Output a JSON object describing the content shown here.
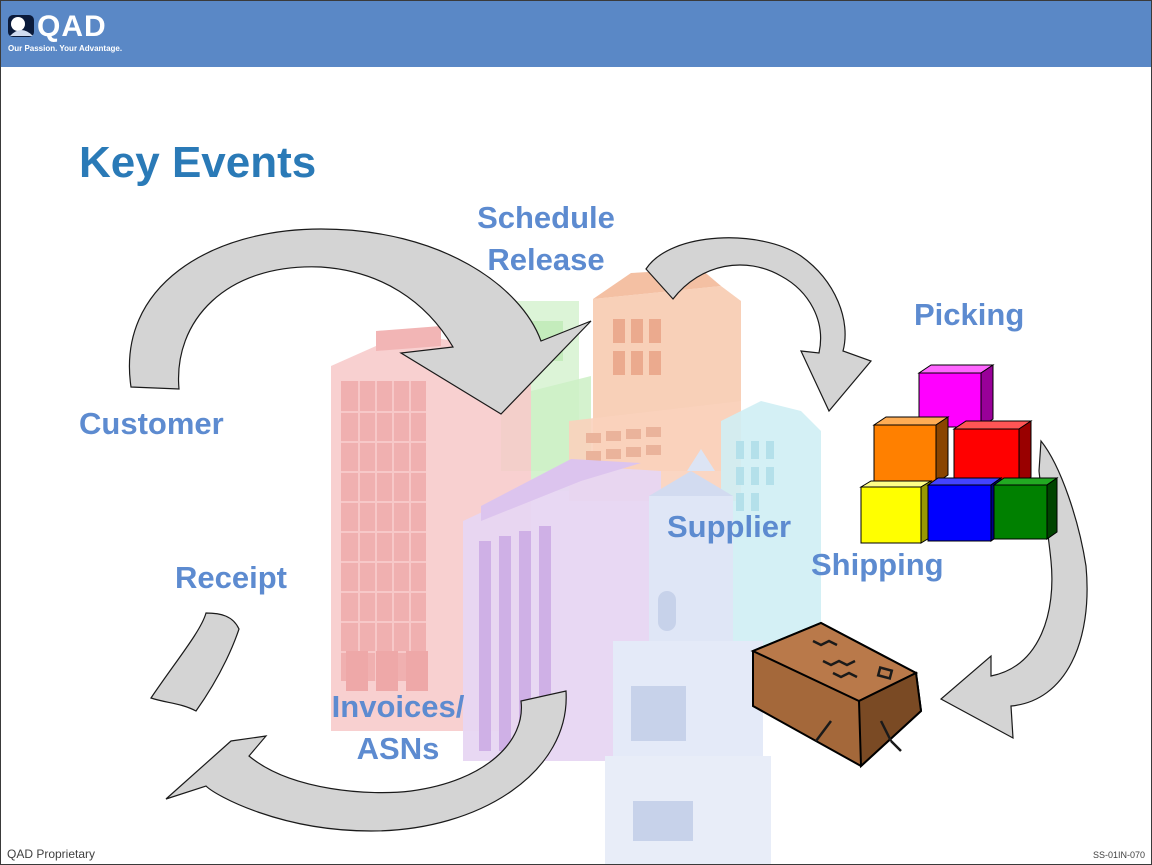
{
  "header": {
    "logo_text": "QAD",
    "tagline": "Our Passion. Your Advantage.",
    "bar_color": "#5a88c6"
  },
  "title": "Key Events",
  "labels": {
    "schedule_line1": "Schedule",
    "schedule_line2": "Release",
    "picking": "Picking",
    "customer": "Customer",
    "supplier": "Supplier",
    "shipping": "Shipping",
    "receipt": "Receipt",
    "invoices_line1": "Invoices/",
    "invoices_line2": "ASNs"
  },
  "colors": {
    "title": "#2a7ab7",
    "label": "#5d8bd0",
    "arrow_fill": "#d4d4d4",
    "box_magenta": "#ff00ff",
    "box_orange": "#ff8000",
    "box_red": "#ff0000",
    "box_yellow": "#ffff00",
    "box_blue": "#0000ff",
    "box_green": "#008000",
    "parcel": "#a4683a"
  },
  "icons": [
    "cycle-arrow-icon",
    "office-buildings-icon",
    "stacked-boxes-icon",
    "parcel-icon"
  ],
  "footer": {
    "left": "QAD Proprietary",
    "right": "SS-01IN-070"
  }
}
